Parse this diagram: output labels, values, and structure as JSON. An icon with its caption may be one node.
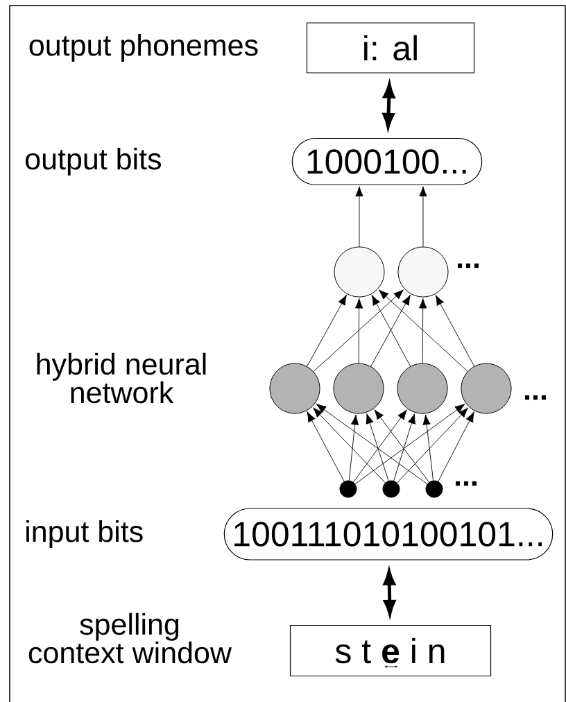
{
  "diagram": {
    "nodes": [
      {
        "text": [
          "i: al"
        ]
      },
      {
        "text": [
          "1000100..."
        ]
      },
      {
        "text": [],
        "shape": "circle"
      },
      {
        "text": [],
        "shape": "circle"
      },
      {
        "text": [],
        "shape": "circle"
      },
      {
        "text": [],
        "shape": "circle"
      },
      {
        "text": [],
        "shape": "circle"
      },
      {
        "text": [],
        "shape": "circle"
      },
      {
        "text": [],
        "shape": "circle"
      },
      {
        "text": [],
        "shape": "circle"
      },
      {
        "text": [],
        "shape": "circle"
      },
      {
        "text": [
          "100111010100101..."
        ]
      },
      {
        "text": [
          "s t **e** i n"
        ]
      }
    ],
    "edges": [
      {
        "from": 0,
        "to": 1,
        "arrow": "both",
        "style": "thick"
      },
      {
        "from": 2,
        "to": 1,
        "arrow": "to"
      },
      {
        "from": 3,
        "to": 1,
        "arrow": "to"
      },
      {
        "from": 4,
        "to": 2,
        "arrow": "to"
      },
      {
        "from": 4,
        "to": 3,
        "arrow": "to"
      },
      {
        "from": 5,
        "to": 2,
        "arrow": "to"
      },
      {
        "from": 5,
        "to": 3,
        "arrow": "to"
      },
      {
        "from": 6,
        "to": 2,
        "arrow": "to"
      },
      {
        "from": 6,
        "to": 3,
        "arrow": "to"
      },
      {
        "from": 7,
        "to": 2,
        "arrow": "to"
      },
      {
        "from": 7,
        "to": 3,
        "arrow": "to"
      },
      {
        "from": 8,
        "to": 4,
        "arrow": "to"
      },
      {
        "from": 8,
        "to": 5,
        "arrow": "to"
      },
      {
        "from": 8,
        "to": 6,
        "arrow": "to"
      },
      {
        "from": 8,
        "to": 7,
        "arrow": "to"
      },
      {
        "from": 9,
        "to": 4,
        "arrow": "to"
      },
      {
        "from": 9,
        "to": 5,
        "arrow": "to"
      },
      {
        "from": 9,
        "to": 6,
        "arrow": "to"
      },
      {
        "from": 9,
        "to": 7,
        "arrow": "to"
      },
      {
        "from": 10,
        "to": 4,
        "arrow": "to"
      },
      {
        "from": 10,
        "to": 5,
        "arrow": "to"
      },
      {
        "from": 10,
        "to": 6,
        "arrow": "to"
      },
      {
        "from": 10,
        "to": 7,
        "arrow": "to"
      },
      {
        "from": 11,
        "to": 12,
        "arrow": "both",
        "style": "thick"
      }
    ],
    "labels": [
      "output phonemes",
      "output bits",
      "...",
      "hybrid neural network",
      "...",
      "...",
      "input bits",
      "spelling context window"
    ]
  }
}
